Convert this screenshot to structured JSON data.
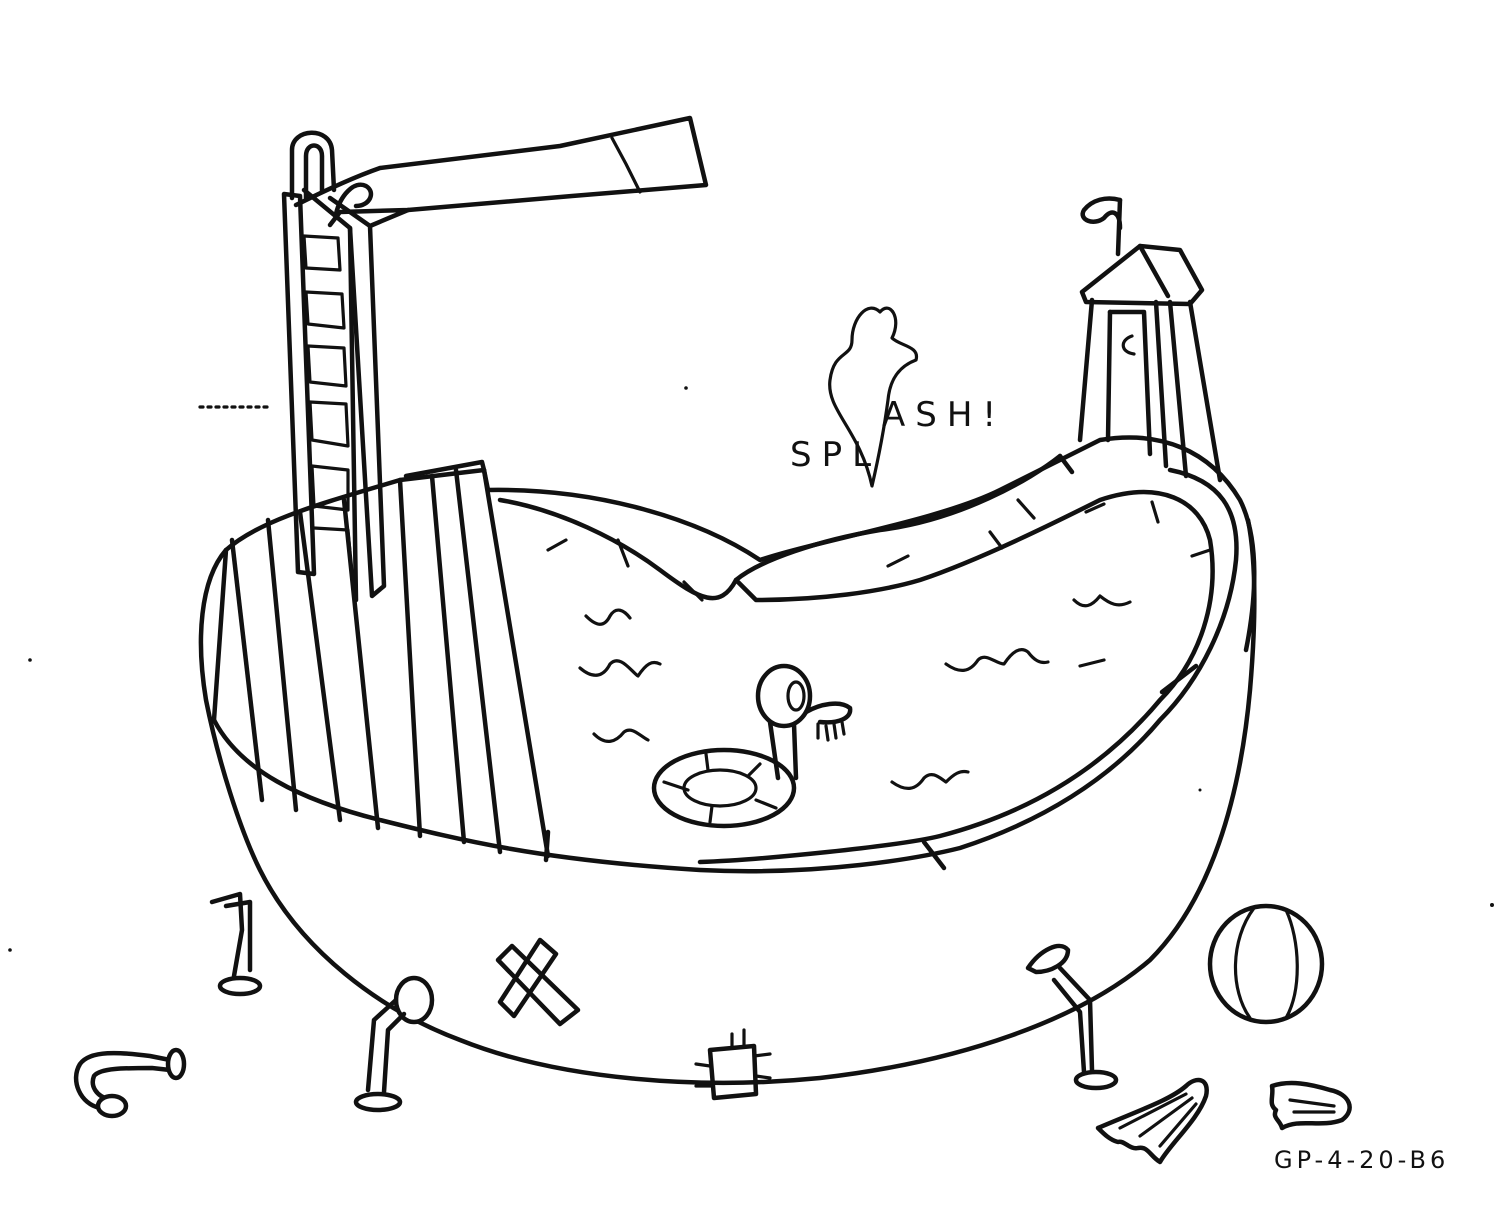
{
  "drawing": {
    "subject": "bathtub-swimming-pool",
    "splash_left": "SPL",
    "splash_right": "ASH!",
    "code": "GP-4-20-B6"
  },
  "colors": {
    "ink": "#111111",
    "paper": "#ffffff"
  },
  "icons": [
    "diving-board-icon",
    "ladder-icon",
    "changing-hut-icon",
    "flag-icon",
    "water-splash-icon",
    "swim-ring-icon",
    "rubber-duck-icon",
    "beach-ball-icon",
    "swim-fin-icon",
    "faucet-icon",
    "bandage-patch-icon"
  ]
}
